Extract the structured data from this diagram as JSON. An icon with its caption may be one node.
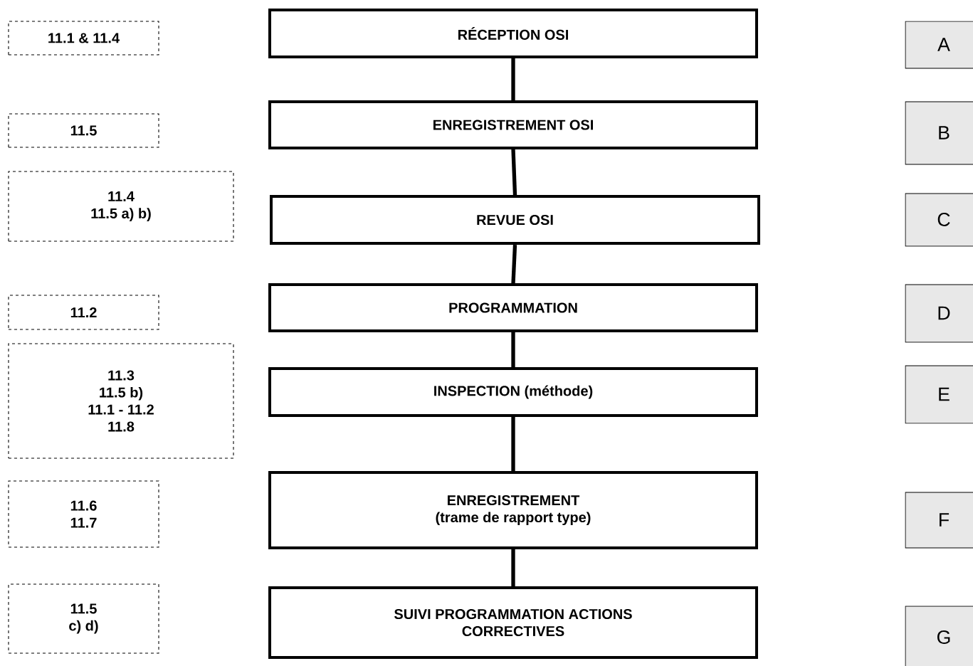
{
  "diagram": {
    "nodes": [
      {
        "text": [
          "RÉCEPTION OSI"
        ]
      },
      {
        "text": [
          "ENREGISTREMENT OSI"
        ]
      },
      {
        "text": [
          "REVUE OSI"
        ]
      },
      {
        "text": [
          "PROGRAMMATION"
        ]
      },
      {
        "text": [
          "INSPECTION (méthode)"
        ]
      },
      {
        "text": [
          "ENREGISTREMENT",
          "(trame de rapport type)"
        ]
      },
      {
        "text": [
          "SUIVI PROGRAMMATION ACTIONS CORRECTIVES"
        ]
      },
      {
        "text": [
          "11.1 & 11.4"
        ]
      },
      {
        "text": [
          "11.5"
        ]
      },
      {
        "text": [
          "11.4",
          "11.5 a) b)"
        ]
      },
      {
        "text": [
          "11.2"
        ]
      },
      {
        "text": [
          "11.3",
          "11.5 b)",
          "11.1 - 11.2",
          "11.8"
        ]
      },
      {
        "text": [
          "11.6",
          "11.7"
        ]
      },
      {
        "text": [
          "11.5",
          "c) d)"
        ]
      },
      {
        "text": [
          "A"
        ]
      },
      {
        "text": [
          "B"
        ]
      },
      {
        "text": [
          "C"
        ]
      },
      {
        "text": [
          "D"
        ]
      },
      {
        "text": [
          "E"
        ]
      },
      {
        "text": [
          "F"
        ]
      },
      {
        "text": [
          "G"
        ]
      }
    ],
    "edges": [
      {
        "from": 0,
        "to": 1,
        "arrow": "none"
      },
      {
        "from": 1,
        "to": 2,
        "arrow": "none"
      },
      {
        "from": 2,
        "to": 3,
        "arrow": "none"
      },
      {
        "from": 3,
        "to": 4,
        "arrow": "none"
      },
      {
        "from": 4,
        "to": 5,
        "arrow": "none"
      },
      {
        "from": 5,
        "to": 6,
        "arrow": "none"
      }
    ]
  }
}
